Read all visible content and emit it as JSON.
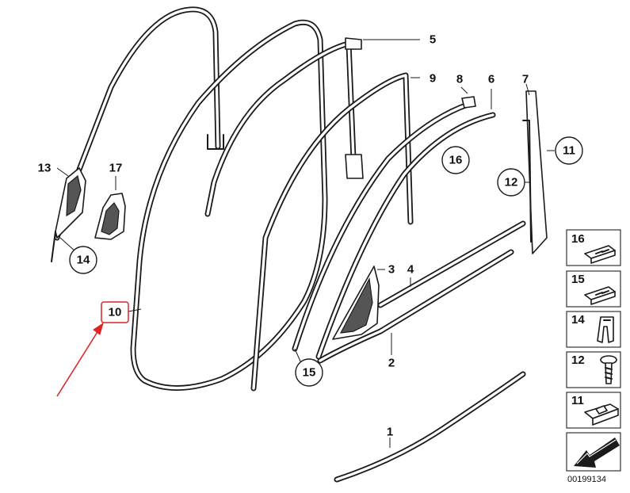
{
  "diagram": {
    "callouts": [
      {
        "id": "c1",
        "label": "1",
        "circled": false
      },
      {
        "id": "c2",
        "label": "2",
        "circled": false
      },
      {
        "id": "c3",
        "label": "3",
        "circled": false
      },
      {
        "id": "c4",
        "label": "4",
        "circled": false
      },
      {
        "id": "c5",
        "label": "5",
        "circled": false
      },
      {
        "id": "c6",
        "label": "6",
        "circled": false
      },
      {
        "id": "c7",
        "label": "7",
        "circled": false
      },
      {
        "id": "c8",
        "label": "8",
        "circled": false
      },
      {
        "id": "c9",
        "label": "9",
        "circled": false
      },
      {
        "id": "c10",
        "label": "10",
        "circled": false,
        "highlighted": true
      },
      {
        "id": "c11",
        "label": "11",
        "circled": true
      },
      {
        "id": "c12",
        "label": "12",
        "circled": true
      },
      {
        "id": "c13",
        "label": "13",
        "circled": false
      },
      {
        "id": "c14",
        "label": "14",
        "circled": true
      },
      {
        "id": "c15",
        "label": "15",
        "circled": true
      },
      {
        "id": "c16",
        "label": "16",
        "circled": true
      },
      {
        "id": "c17",
        "label": "17",
        "circled": false
      }
    ],
    "legend": [
      {
        "label": "16",
        "icon": "clip-icon"
      },
      {
        "label": "15",
        "icon": "clip-icon"
      },
      {
        "label": "14",
        "icon": "clamp-icon"
      },
      {
        "label": "12",
        "icon": "screw-icon"
      },
      {
        "label": "11",
        "icon": "nut-icon"
      },
      {
        "label": "",
        "icon": "arrow-icon"
      }
    ],
    "document_id": "00199134",
    "highlight_color": "#e02424"
  }
}
